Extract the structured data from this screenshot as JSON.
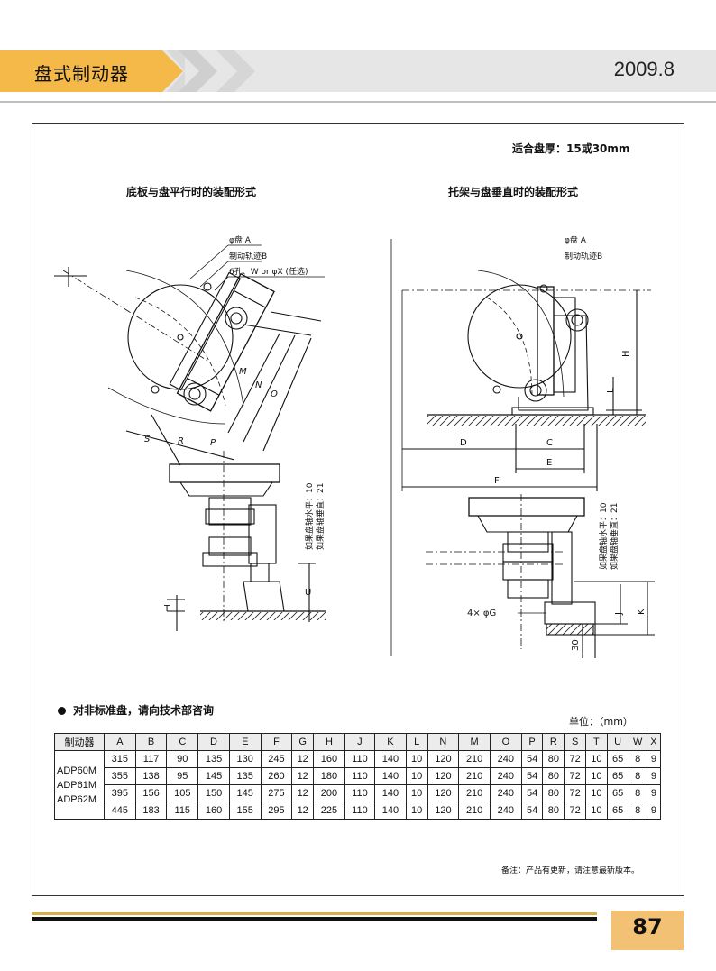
{
  "header": {
    "title": "盘式制动器",
    "date": "2009.8"
  },
  "thickness_note": "适合盘厚：15或30mm",
  "left_view": {
    "title": "底板与盘平行时的装配形式",
    "callouts": [
      "φ盘 A",
      "制动轨迹B",
      "6孔、W or φX (任选)"
    ],
    "dims": [
      "M",
      "N",
      "O",
      "S",
      "R",
      "P",
      "T",
      "U"
    ],
    "side_note": [
      "如果盘轴水平：10",
      "如果盘轴垂直：21"
    ]
  },
  "right_view": {
    "title": "托架与盘垂直时的装配形式",
    "callouts": [
      "φ盘 A",
      "制动轨迹B"
    ],
    "dims": [
      "H",
      "L",
      "D",
      "C",
      "E",
      "F",
      "J",
      "K",
      "30"
    ],
    "holes": "4× φG",
    "side_note": [
      "如果盘轴水平：10",
      "如果盘轴垂直：21"
    ]
  },
  "consult_note": "对非标准盘，请向技术部咨询",
  "unit_label": "单位：（mm）",
  "table": {
    "headers": [
      "制动器",
      "A",
      "B",
      "C",
      "D",
      "E",
      "F",
      "G",
      "H",
      "J",
      "K",
      "L",
      "N",
      "M",
      "O",
      "P",
      "R",
      "S",
      "T",
      "U",
      "W",
      "X"
    ],
    "models": [
      "ADP60M",
      "ADP61M",
      "ADP62M"
    ],
    "rows": [
      [
        "315",
        "117",
        "90",
        "135",
        "130",
        "245",
        "12",
        "160",
        "110",
        "140",
        "10",
        "120",
        "210",
        "240",
        "54",
        "80",
        "72",
        "10",
        "65",
        "8",
        "9"
      ],
      [
        "355",
        "138",
        "95",
        "145",
        "135",
        "260",
        "12",
        "180",
        "110",
        "140",
        "10",
        "120",
        "210",
        "240",
        "54",
        "80",
        "72",
        "10",
        "65",
        "8",
        "9"
      ],
      [
        "395",
        "156",
        "105",
        "150",
        "145",
        "275",
        "12",
        "200",
        "110",
        "140",
        "10",
        "120",
        "210",
        "240",
        "54",
        "80",
        "72",
        "10",
        "65",
        "8",
        "9"
      ],
      [
        "445",
        "183",
        "115",
        "160",
        "155",
        "295",
        "12",
        "225",
        "110",
        "140",
        "10",
        "120",
        "210",
        "240",
        "54",
        "80",
        "72",
        "10",
        "65",
        "8",
        "9"
      ]
    ]
  },
  "remark": "备注：产品有更新，请注意最新版本。",
  "page_number": "87",
  "colors": {
    "header_tab": "#f5b94a",
    "page_box": "#f2c173",
    "footer_gold": "#d7b24a"
  }
}
